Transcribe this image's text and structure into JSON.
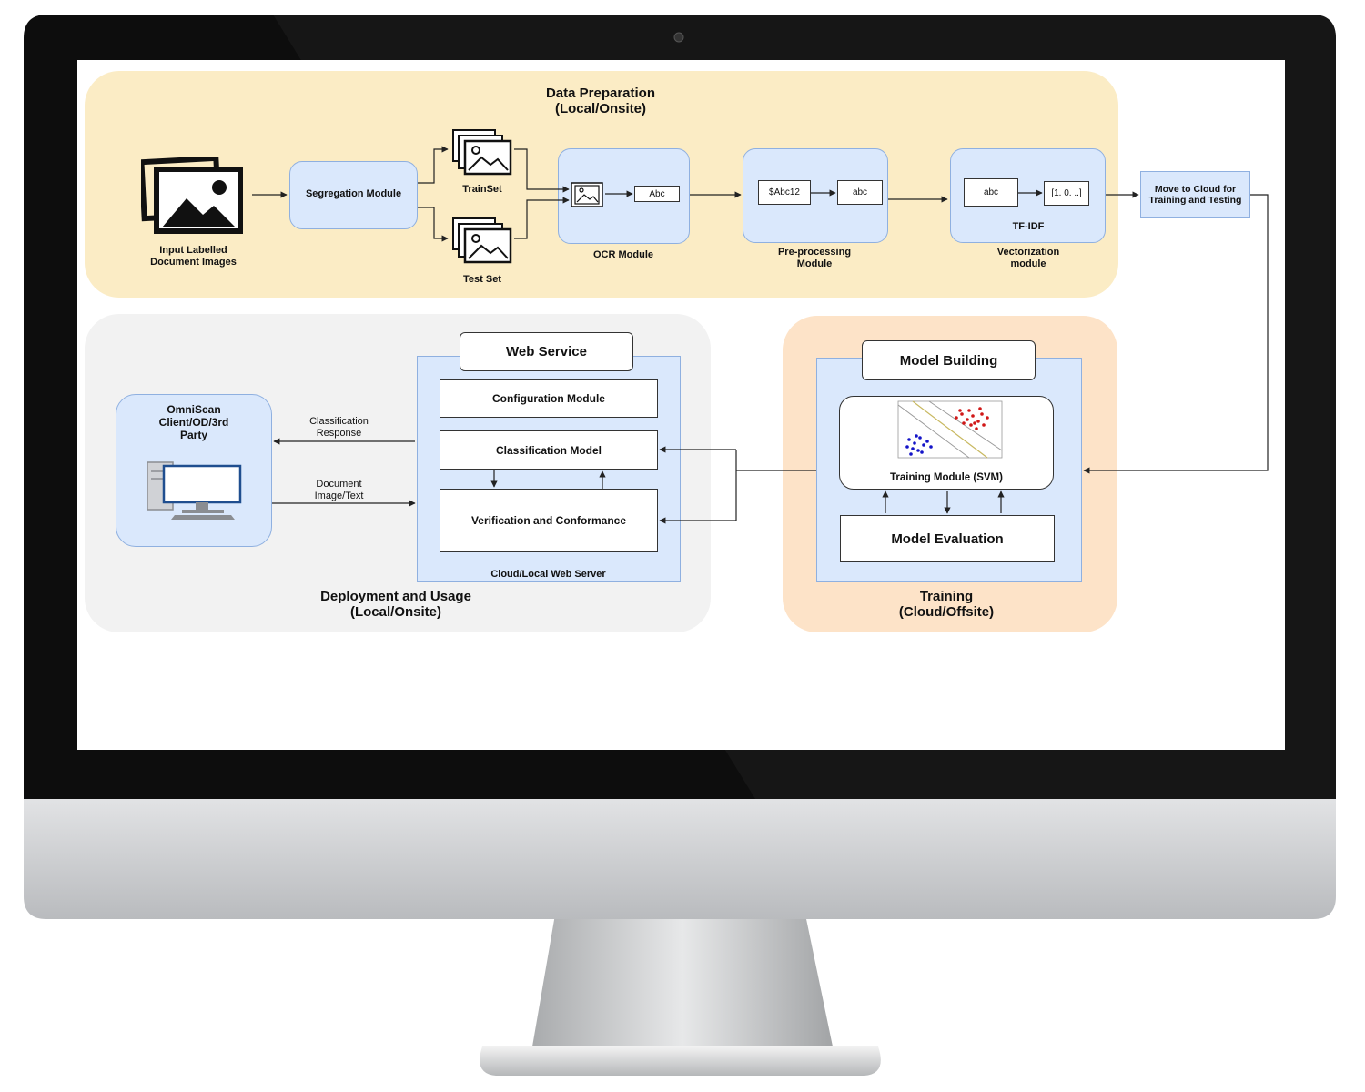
{
  "colors": {
    "prep_panel": "#fbecc5",
    "deploy_panel": "#f2f2f2",
    "training_panel": "#fde3c8",
    "module_fill": "#dae8fc",
    "module_border": "#8fb0e0",
    "monitor_bezel": "#0d0d0d",
    "monitor_chin": "#d4d6d8"
  },
  "data_prep": {
    "title_line1": "Data Preparation",
    "title_line2": "(Local/Onsite)",
    "input_label_line1": "Input Labelled",
    "input_label_line2": "Document Images",
    "input_icon": "images-icon",
    "segregation": "Segregation Module",
    "train_set": "TrainSet",
    "test_set": "Test Set",
    "ocr_text": "Abc",
    "ocr_label": "OCR Module",
    "pre_in": "$Abc12",
    "pre_out": "abc",
    "pre_label_line1": "Pre-processing",
    "pre_label_line2": "Module",
    "vec_in": "abc",
    "vec_out": "[1. 0. ..]",
    "tfidf": "TF-IDF",
    "vec_label_line1": "Vectorization",
    "vec_label_line2": "module",
    "cloud_line1": "Move to Cloud for",
    "cloud_line2": "Training and Testing"
  },
  "deployment": {
    "title_line1": "Deployment and Usage",
    "title_line2": "(Local/Onsite)",
    "client_line1": "OmniScan",
    "client_line2": "Client/OD/3rd",
    "client_line3": "Party",
    "client_icon": "desktop-computer-icon",
    "response_line1": "Classification",
    "response_line2": "Response",
    "doc_line1": "Document",
    "doc_line2": "Image/Text",
    "web_service": "Web Service",
    "config_module": "Configuration Module",
    "classification_model": "Classification Model",
    "verification": "Verification and Conformance",
    "server_label": "Cloud/Local Web Server"
  },
  "training": {
    "title_line1": "Training",
    "title_line2": "(Cloud/Offsite)",
    "model_building": "Model Building",
    "training_module": "Training Module (SVM)",
    "model_evaluation": "Model Evaluation"
  }
}
